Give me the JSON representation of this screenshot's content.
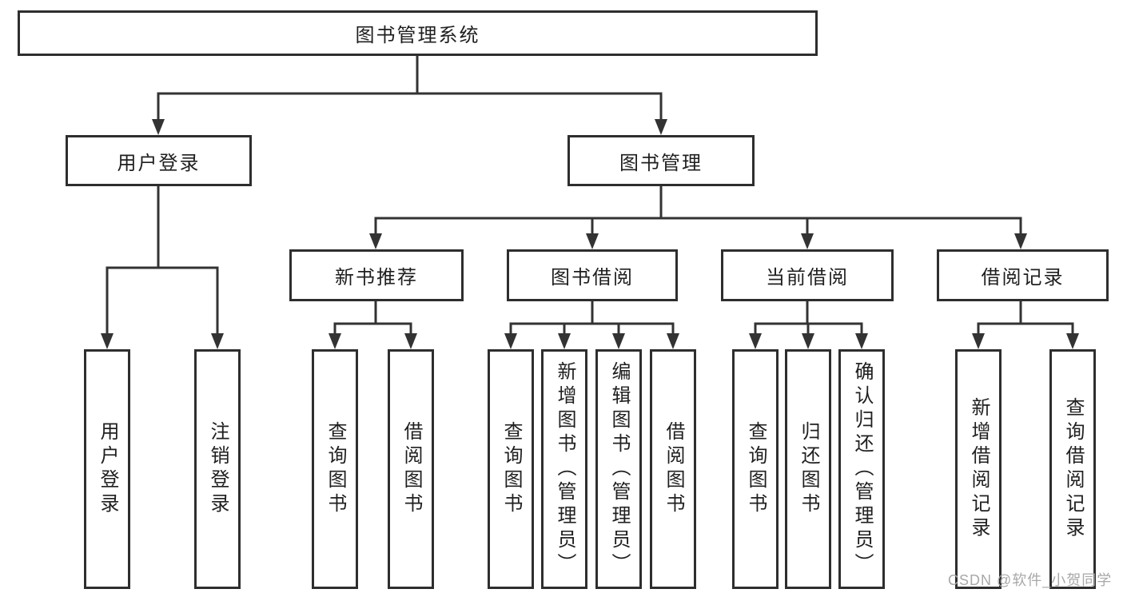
{
  "colors": {
    "line": "#333333",
    "box_border": "#2e2e2e",
    "text": "#1f1f1f",
    "background": "#ffffff",
    "watermark": "#a8a8a8"
  },
  "watermark": "CSDN @软件_小贺同学",
  "tree": {
    "label": "图书管理系统",
    "children": [
      {
        "label": "用户登录",
        "children": [
          {
            "label": "用户登录"
          },
          {
            "label": "注销登录"
          }
        ]
      },
      {
        "label": "图书管理",
        "children": [
          {
            "label": "新书推荐",
            "children": [
              {
                "label": "查询图书"
              },
              {
                "label": "借阅图书"
              }
            ]
          },
          {
            "label": "图书借阅",
            "children": [
              {
                "label": "查询图书"
              },
              {
                "label": "新增图书（管理员）"
              },
              {
                "label": "编辑图书（管理员）"
              },
              {
                "label": "借阅图书"
              }
            ]
          },
          {
            "label": "当前借阅",
            "children": [
              {
                "label": "查询图书"
              },
              {
                "label": "归还图书"
              },
              {
                "label": "确认归还（管理员）"
              }
            ]
          },
          {
            "label": "借阅记录",
            "children": [
              {
                "label": "新增借阅记录"
              },
              {
                "label": "查询借阅记录"
              }
            ]
          }
        ]
      }
    ]
  }
}
